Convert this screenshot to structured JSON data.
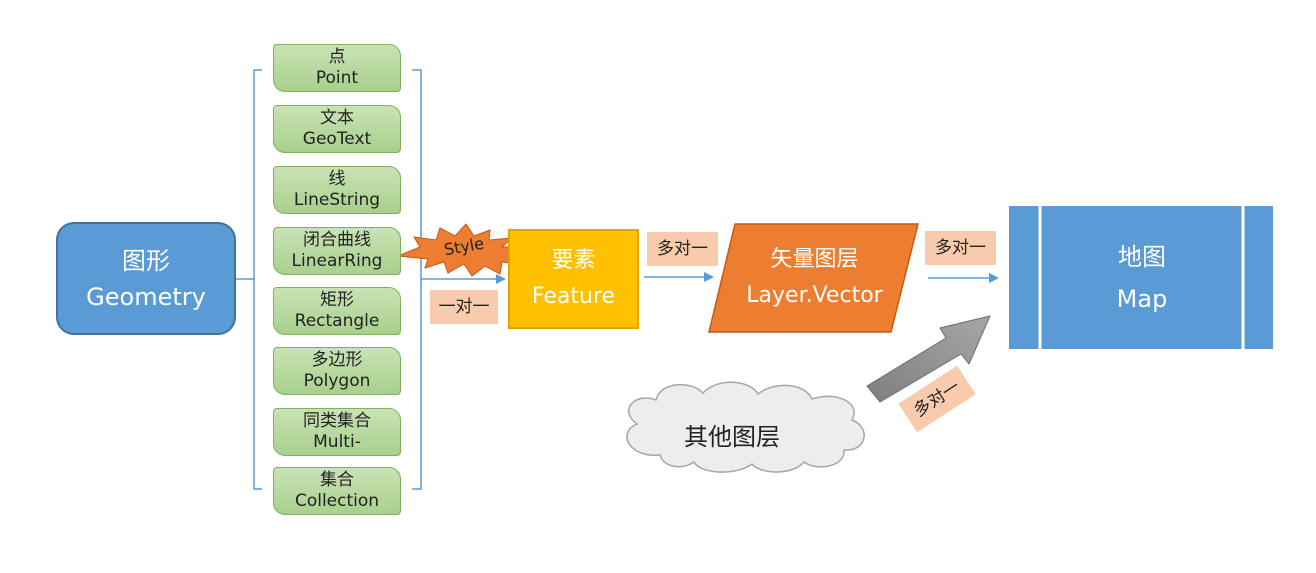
{
  "geometry": {
    "title_cn": "图形",
    "title_en": "Geometry"
  },
  "geometry_types": [
    {
      "cn": "点",
      "en": "Point"
    },
    {
      "cn": "文本",
      "en": "GeoText"
    },
    {
      "cn": "线",
      "en": "LineString"
    },
    {
      "cn": "闭合曲线",
      "en": "LinearRing"
    },
    {
      "cn": "矩形",
      "en": "Rectangle"
    },
    {
      "cn": "多边形",
      "en": "Polygon"
    },
    {
      "cn": "同类集合",
      "en": "Multi-"
    },
    {
      "cn": "集合",
      "en": "Collection"
    }
  ],
  "style_label": "Style",
  "feature": {
    "title_cn": "要素",
    "title_en": "Feature"
  },
  "layer": {
    "title_cn": "矢量图层",
    "title_en": "Layer.Vector"
  },
  "map": {
    "title_cn": "地图",
    "title_en": "Map"
  },
  "other_layers": "其他图层",
  "relations": {
    "one_to_one": "一对一",
    "many_to_one_feature_layer": "多对一",
    "many_to_one_layer_map": "多对一",
    "many_to_one_other_map": "多对一"
  },
  "colors": {
    "geometry": "#5b9bd5",
    "green_item": "#a8d08d",
    "feature": "#ffc000",
    "layer": "#ed7d31",
    "map": "#5b9bd5",
    "tag": "#f8cbad",
    "style_burst": "#ed7d31",
    "arrow": "#5b9bd5"
  }
}
